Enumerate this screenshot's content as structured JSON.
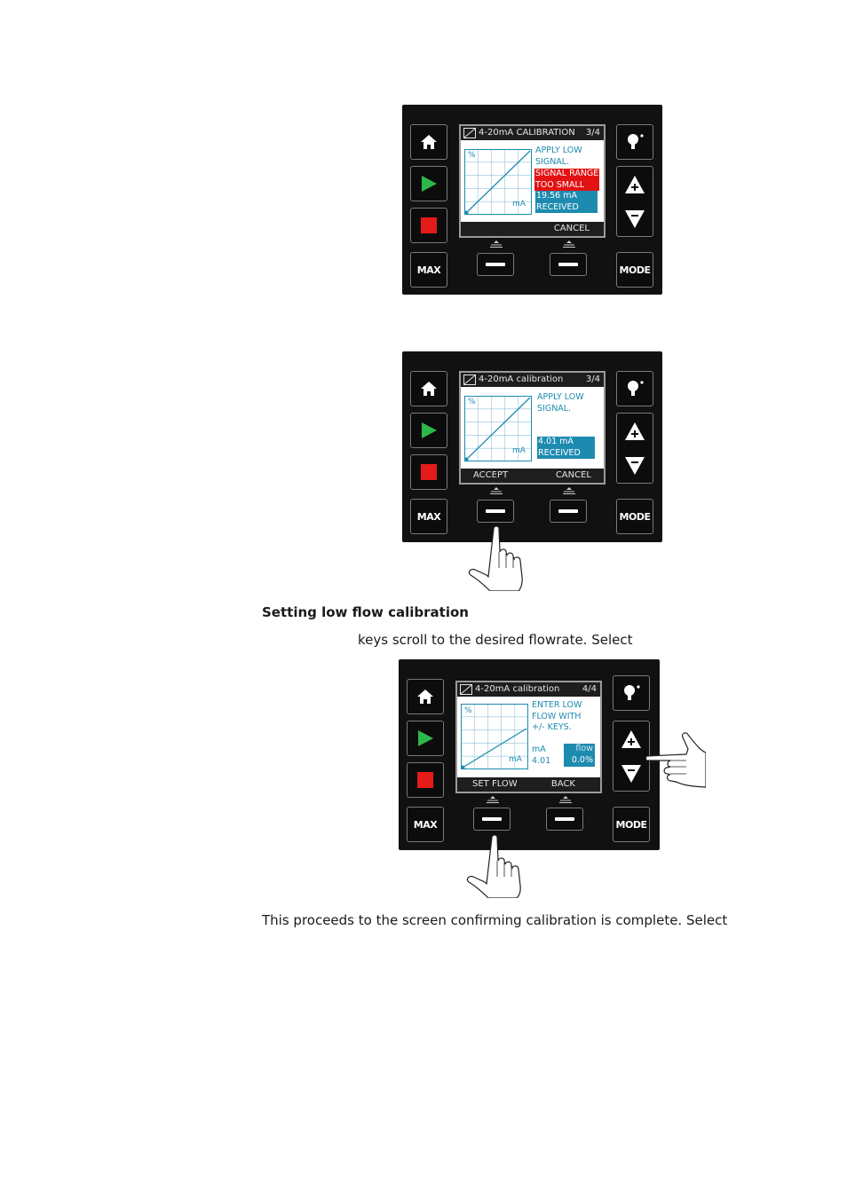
{
  "heading": "Setting low flow calibration",
  "line_keys": "keys scroll to the desired flowrate. Select",
  "line_proceeds": "This proceeds to the screen confirming calibration is complete. Select",
  "colors": {
    "panel": "#111111",
    "screen_accent": "#1d8bb0",
    "alert_red": "#e31212",
    "play_green": "#2db84a",
    "stop_red": "#e51b1b"
  },
  "icons": [
    "home-icon",
    "play-icon",
    "stop-icon",
    "bulb-icon",
    "plus-arrow-icon",
    "minus-arrow-icon",
    "soft-key-marker-icon",
    "hand-pointer-icon"
  ],
  "keys": {
    "max": "MAX",
    "mode": "MODE"
  },
  "panel1": {
    "title": "4-20mA CALIBRATION",
    "page": "3/4",
    "graph_y": "%",
    "graph_x": "mA",
    "message": "APPLY LOW\nSIGNAL.",
    "alert": "SIGNAL RANGE\nTOO SMALL",
    "received": "19.56 mA\nRECEIVED",
    "left_soft": "",
    "right_soft": "CANCEL"
  },
  "panel2": {
    "title": "4-20mA calibration",
    "page": "3/4",
    "graph_y": "%",
    "graph_x": "mA",
    "message": "APPLY LOW\nSIGNAL.",
    "received": "4.01 mA\nRECEIVED",
    "left_soft": "ACCEPT",
    "right_soft": "CANCEL"
  },
  "panel3": {
    "title": "4-20mA calibration",
    "page": "4/4",
    "graph_y": "%",
    "graph_x": "mA",
    "message": "ENTER LOW\nFLOW WITH\n+/- KEYS.",
    "ma_label": "mA",
    "ma_value": "4.01",
    "flow_label": "flow",
    "flow_value": "0.0%",
    "left_soft": "SET FLOW",
    "right_soft": "BACK"
  }
}
